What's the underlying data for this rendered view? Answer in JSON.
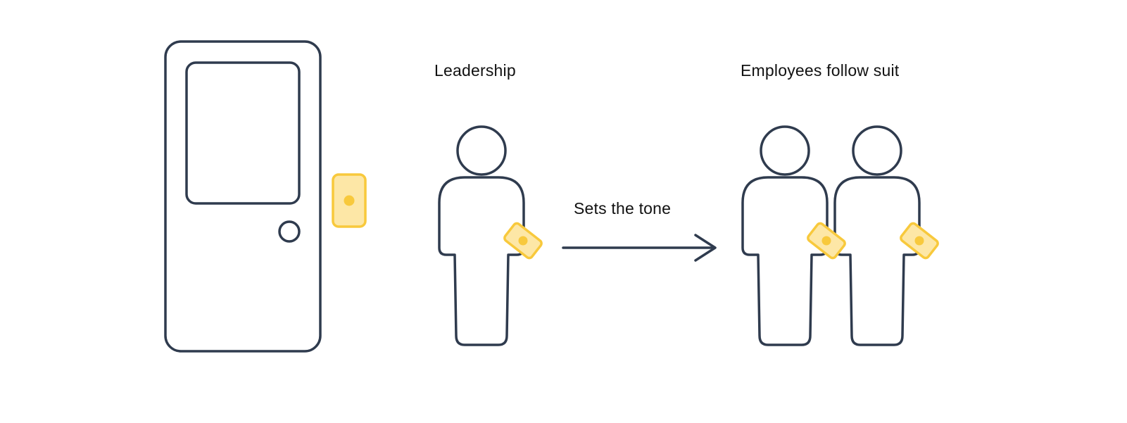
{
  "labels": {
    "leadership": "Leadership",
    "employees": "Employees follow suit",
    "sets_the_tone": "Sets the tone"
  },
  "colors": {
    "outline": "#2f3b4e",
    "badge_fill": "#fde7a6",
    "badge_stroke": "#f8c93c",
    "badge_dot": "#f8c93c",
    "background": "#ffffff"
  },
  "icons": {
    "door": "door-icon",
    "badge_reader": "badge-reader-icon",
    "person": "person-icon",
    "badge": "badge-icon",
    "arrow": "arrow-right-icon"
  }
}
